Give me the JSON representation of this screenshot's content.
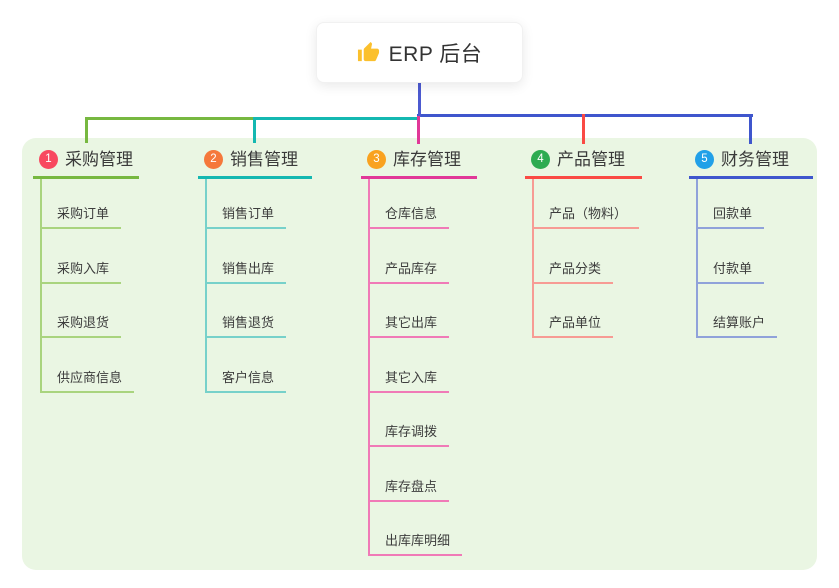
{
  "root": {
    "label": "ERP 后台",
    "icon": "thumbs-up-icon"
  },
  "branches": [
    {
      "num": "1",
      "title": "采购管理",
      "color": "#77b840",
      "light": "#a9d47e",
      "badge_color": "#f8485f",
      "items": [
        "采购订单",
        "采购入库",
        "采购退货",
        "供应商信息"
      ]
    },
    {
      "num": "2",
      "title": "销售管理",
      "color": "#14b8b1",
      "light": "#77d1ca",
      "badge_color": "#f5783b",
      "items": [
        "销售订单",
        "销售出库",
        "销售退货",
        "客户信息"
      ]
    },
    {
      "num": "3",
      "title": "库存管理",
      "color": "#e13898",
      "light": "#f07ab7",
      "badge_color": "#f9a21f",
      "items": [
        "仓库信息",
        "产品库存",
        "其它出库",
        "其它入库",
        "库存调拨",
        "库存盘点",
        "出库库明细"
      ]
    },
    {
      "num": "4",
      "title": "产品管理",
      "color": "#fa4a44",
      "light": "#f79b94",
      "badge_color": "#2dab51",
      "items": [
        "产品（物料）",
        "产品分类",
        "产品单位"
      ]
    },
    {
      "num": "5",
      "title": "财务管理",
      "color": "#3f56cd",
      "light": "#90a2da",
      "badge_color": "#21a0e8",
      "items": [
        "回款单",
        "付款单",
        "结算账户"
      ]
    }
  ],
  "colors": {
    "page_bg": "#ffffff",
    "panel_bg": "#eaf6e3",
    "root_line": "#4c5ad0",
    "connector_blue": "#3f56cd",
    "node_text": "#3a3a3a",
    "item_text": "#3d3d3d",
    "badge_text": "#ffffff",
    "thumb_icon": "#fbc02d"
  }
}
